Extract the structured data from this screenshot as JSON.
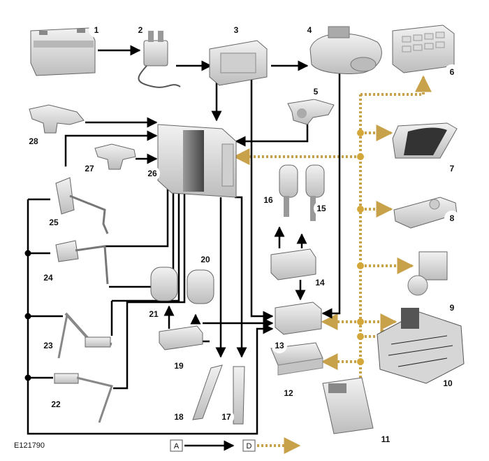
{
  "figure_code": "E121790",
  "legend": {
    "solid_key": "A",
    "dashed_key": "D"
  },
  "colors": {
    "hardwire": "#000000",
    "bus": "#c8a24a",
    "component": "#d9d9d9"
  },
  "callouts": [
    "1",
    "2",
    "3",
    "4",
    "5",
    "6",
    "7",
    "8",
    "9",
    "10",
    "11",
    "12",
    "13",
    "14",
    "15",
    "16",
    "17",
    "18",
    "19",
    "20",
    "21",
    "22",
    "23",
    "24",
    "25",
    "26",
    "27",
    "28"
  ]
}
